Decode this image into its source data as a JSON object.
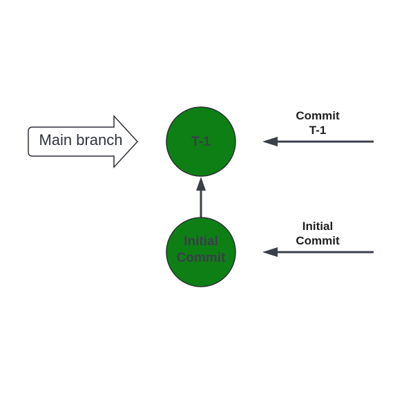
{
  "branch_label": "Main branch",
  "nodes": [
    {
      "id": "t1",
      "lines": [
        "T-1"
      ]
    },
    {
      "id": "initial",
      "lines": [
        "Initial",
        "Commit"
      ]
    }
  ],
  "labels": [
    {
      "id": "commit-t1",
      "lines": [
        "Commit",
        "T-1"
      ]
    },
    {
      "id": "initial-commit",
      "lines": [
        "Initial",
        "Commit"
      ]
    }
  ],
  "colors": {
    "node_fill": "#0e7f14",
    "node_stroke": "#2b2f36",
    "arrow": "#3a3f4a",
    "outline": "#2b2f36"
  }
}
